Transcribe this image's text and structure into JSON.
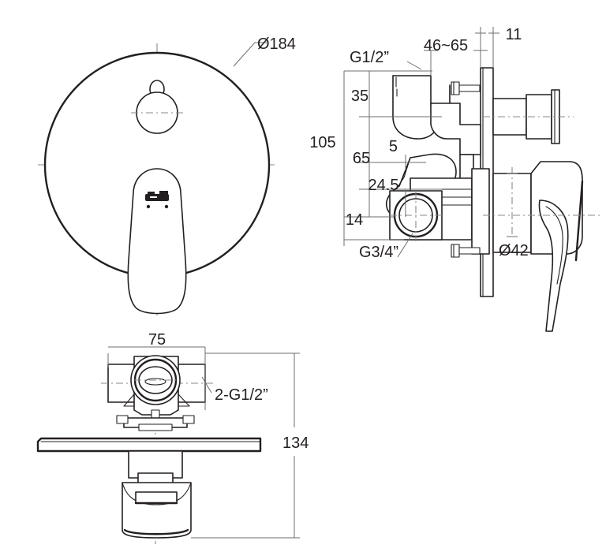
{
  "document": {
    "type": "technical-drawing",
    "subject": "concealed shower mixer valve",
    "background_color": "#ffffff",
    "line_color": "#231f20",
    "construction_line_color": "#8a8a8a",
    "dimension_line_color": "#6d6d6d"
  },
  "views": {
    "front": {
      "name": "front-elevation-view",
      "labels": [
        {
          "id": "dia184",
          "text": "Ø184",
          "kind": "leader-callout"
        }
      ]
    },
    "side": {
      "name": "side-section-view",
      "labels": [
        {
          "id": "g12",
          "text": "G1/2”",
          "kind": "leader-callout"
        },
        {
          "id": "range4665",
          "text": "46~65",
          "kind": "linear-dimension"
        },
        {
          "id": "d11",
          "text": "11",
          "kind": "linear-dimension"
        },
        {
          "id": "d35",
          "text": "35",
          "kind": "linear-dimension"
        },
        {
          "id": "d105",
          "text": "105",
          "kind": "linear-dimension"
        },
        {
          "id": "d65",
          "text": "65",
          "kind": "linear-dimension"
        },
        {
          "id": "d5",
          "text": "5",
          "kind": "linear-dimension"
        },
        {
          "id": "d245",
          "text": "24.5",
          "kind": "linear-dimension"
        },
        {
          "id": "d14",
          "text": "14",
          "kind": "linear-dimension"
        },
        {
          "id": "g34",
          "text": "G3/4”",
          "kind": "leader-callout"
        },
        {
          "id": "dia42",
          "text": "Ø42",
          "kind": "diameter-dimension"
        }
      ]
    },
    "bottom": {
      "name": "bottom-plan-view",
      "labels": [
        {
          "id": "d75",
          "text": "75",
          "kind": "linear-dimension"
        },
        {
          "id": "g12x2",
          "text": "2-G1/2”",
          "kind": "leader-callout"
        },
        {
          "id": "d134",
          "text": "134",
          "kind": "linear-dimension"
        }
      ]
    }
  }
}
